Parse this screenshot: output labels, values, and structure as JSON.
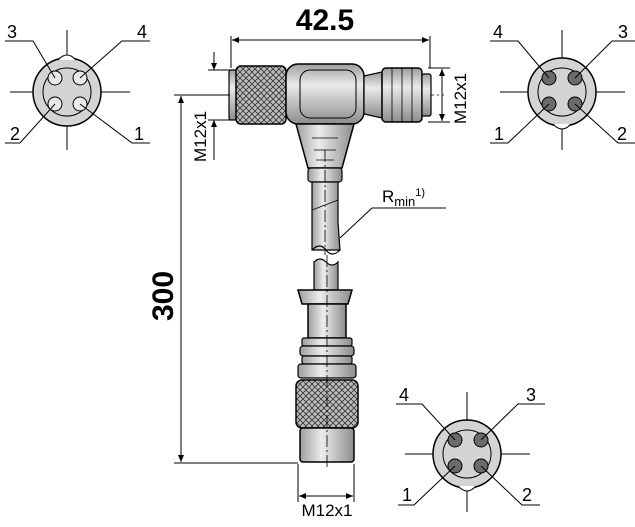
{
  "dimensions": {
    "width_label": "42.5",
    "length_label": "300",
    "thread_label": "M12x1",
    "bend_radius_label": "R",
    "bend_radius_subscript": "min",
    "bend_radius_note": "1)"
  },
  "connectors": {
    "top_left": {
      "pins": [
        "3",
        "4",
        "2",
        "1"
      ],
      "fill": "#d4d4d4",
      "pin_fill": "#e9e9e9"
    },
    "top_right": {
      "pins": [
        "4",
        "3",
        "1",
        "2"
      ],
      "fill": "#d4d4d4",
      "pin_fill": "#6b6b6b"
    },
    "bottom_right": {
      "pins": [
        "4",
        "3",
        "1",
        "2"
      ],
      "fill": "#d4d4d4",
      "pin_fill": "#6b6b6b"
    }
  },
  "colors": {
    "body_fill": "#cfcfcf",
    "knurl_fill": "#bdbdbd",
    "line": "#000000"
  }
}
